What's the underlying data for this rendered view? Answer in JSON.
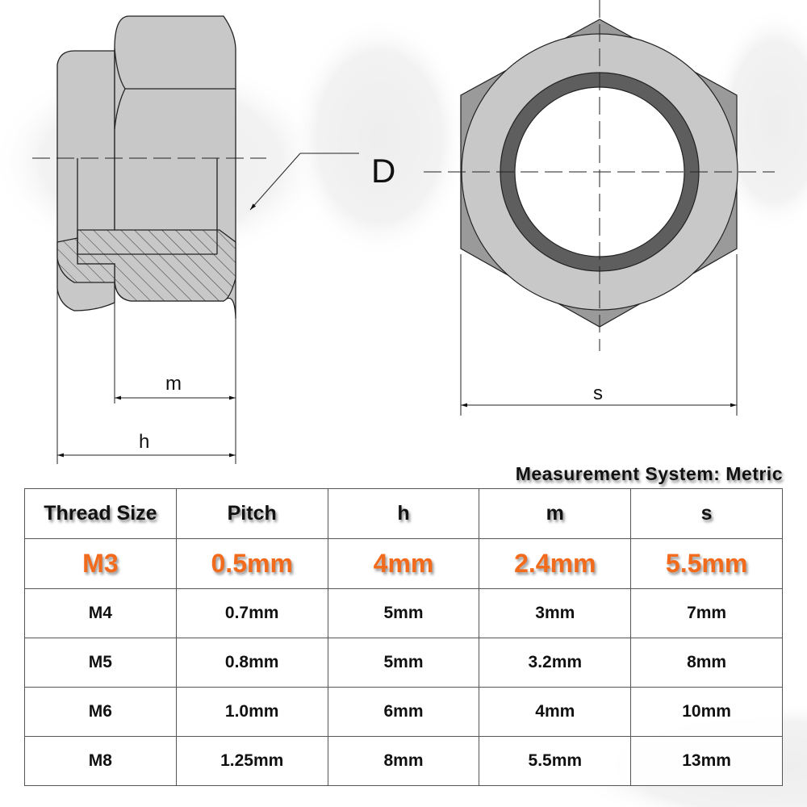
{
  "diagram": {
    "side_view_labels": {
      "thread_diameter": "D",
      "thread_height": "m",
      "total_height": "h"
    },
    "top_view_labels": {
      "width_across_flats": "s"
    },
    "colors": {
      "body": "#c8c8c8",
      "corner": "#9a9a9a",
      "insert_ring": "#5e5e5e",
      "line": "#222222"
    }
  },
  "table": {
    "title": "Measurement System: Metric",
    "headers": [
      "Thread Size",
      "Pitch",
      "h",
      "m",
      "s"
    ],
    "highlight_color": "#f26a1b",
    "rows": [
      {
        "size": "M3",
        "pitch": "0.5mm",
        "h": "4mm",
        "m": "2.4mm",
        "s": "5.5mm",
        "highlight": true
      },
      {
        "size": "M4",
        "pitch": "0.7mm",
        "h": "5mm",
        "m": "3mm",
        "s": "7mm"
      },
      {
        "size": "M5",
        "pitch": "0.8mm",
        "h": "5mm",
        "m": "3.2mm",
        "s": "8mm"
      },
      {
        "size": "M6",
        "pitch": "1.0mm",
        "h": "6mm",
        "m": "4mm",
        "s": "10mm"
      },
      {
        "size": "M8",
        "pitch": "1.25mm",
        "h": "8mm",
        "m": "5.5mm",
        "s": "13mm"
      }
    ]
  }
}
